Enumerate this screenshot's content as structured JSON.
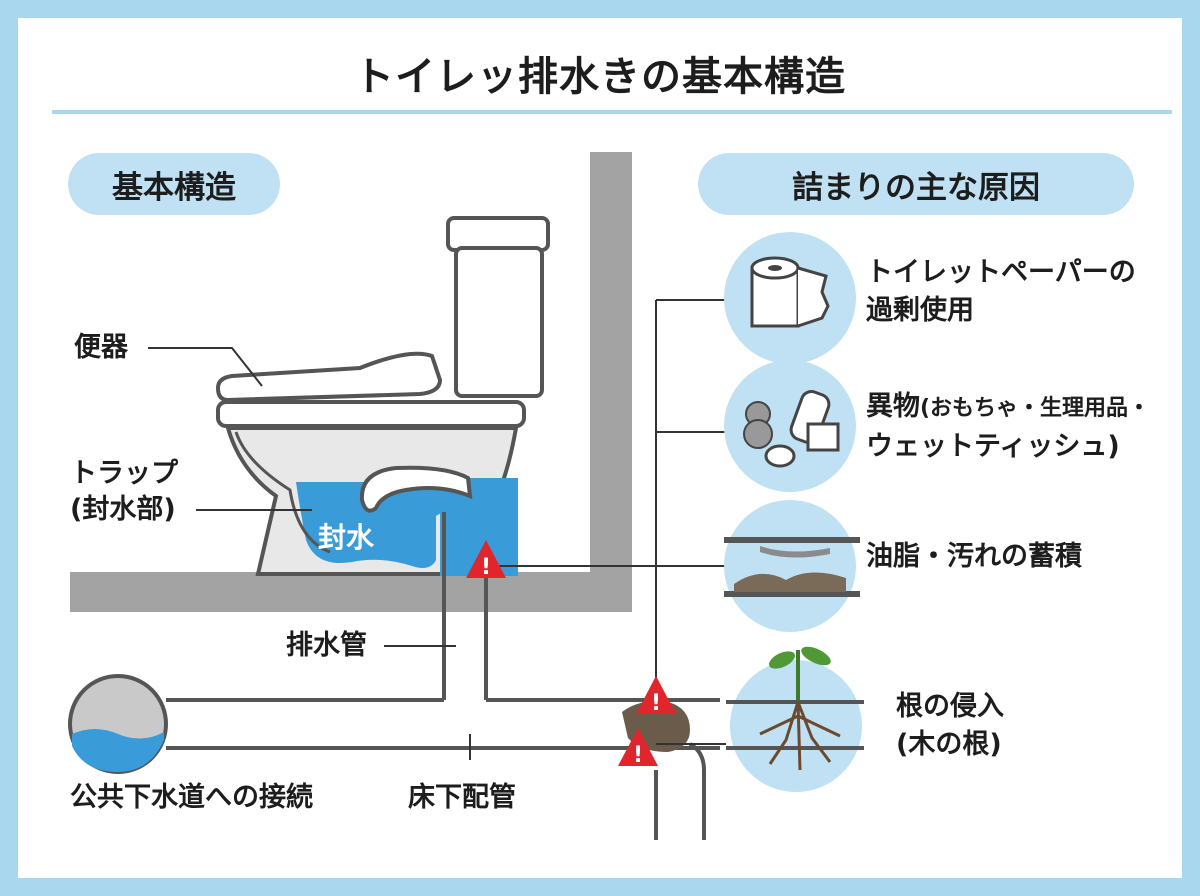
{
  "title": "トイレッ排水きの基本構造",
  "sections": {
    "structure": "基本構造",
    "causes": "詰まりの主な原因"
  },
  "labels": {
    "toilet": "便器",
    "trap_line1": "トラップ",
    "trap_line2": "(封水部)",
    "seal_water": "封水",
    "drain_pipe": "排水管",
    "sewer_connection": "公共下水道への接続",
    "underfloor_pipe": "床下配管"
  },
  "causes": [
    {
      "icon": "toilet-paper-icon",
      "line1": "トイレットペーパーの",
      "line2": "過剰使用"
    },
    {
      "icon": "foreign-objects-icon",
      "line1_main": "異物",
      "line1_small": "(おもちゃ・生理用品・",
      "line2": "ウェットティッシュ)"
    },
    {
      "icon": "grease-buildup-icon",
      "line1": "油脂・汚れの蓄積"
    },
    {
      "icon": "tree-root-icon",
      "line1": "根の侵入",
      "line2": "(木の根)"
    }
  ],
  "colors": {
    "frame": "#a9d8ee",
    "pill": "#bfe1f3",
    "water": "#3a9bd9",
    "wall": "#a3a3a3",
    "pipe": "#5a5a5a",
    "warning": "#e0252d"
  }
}
